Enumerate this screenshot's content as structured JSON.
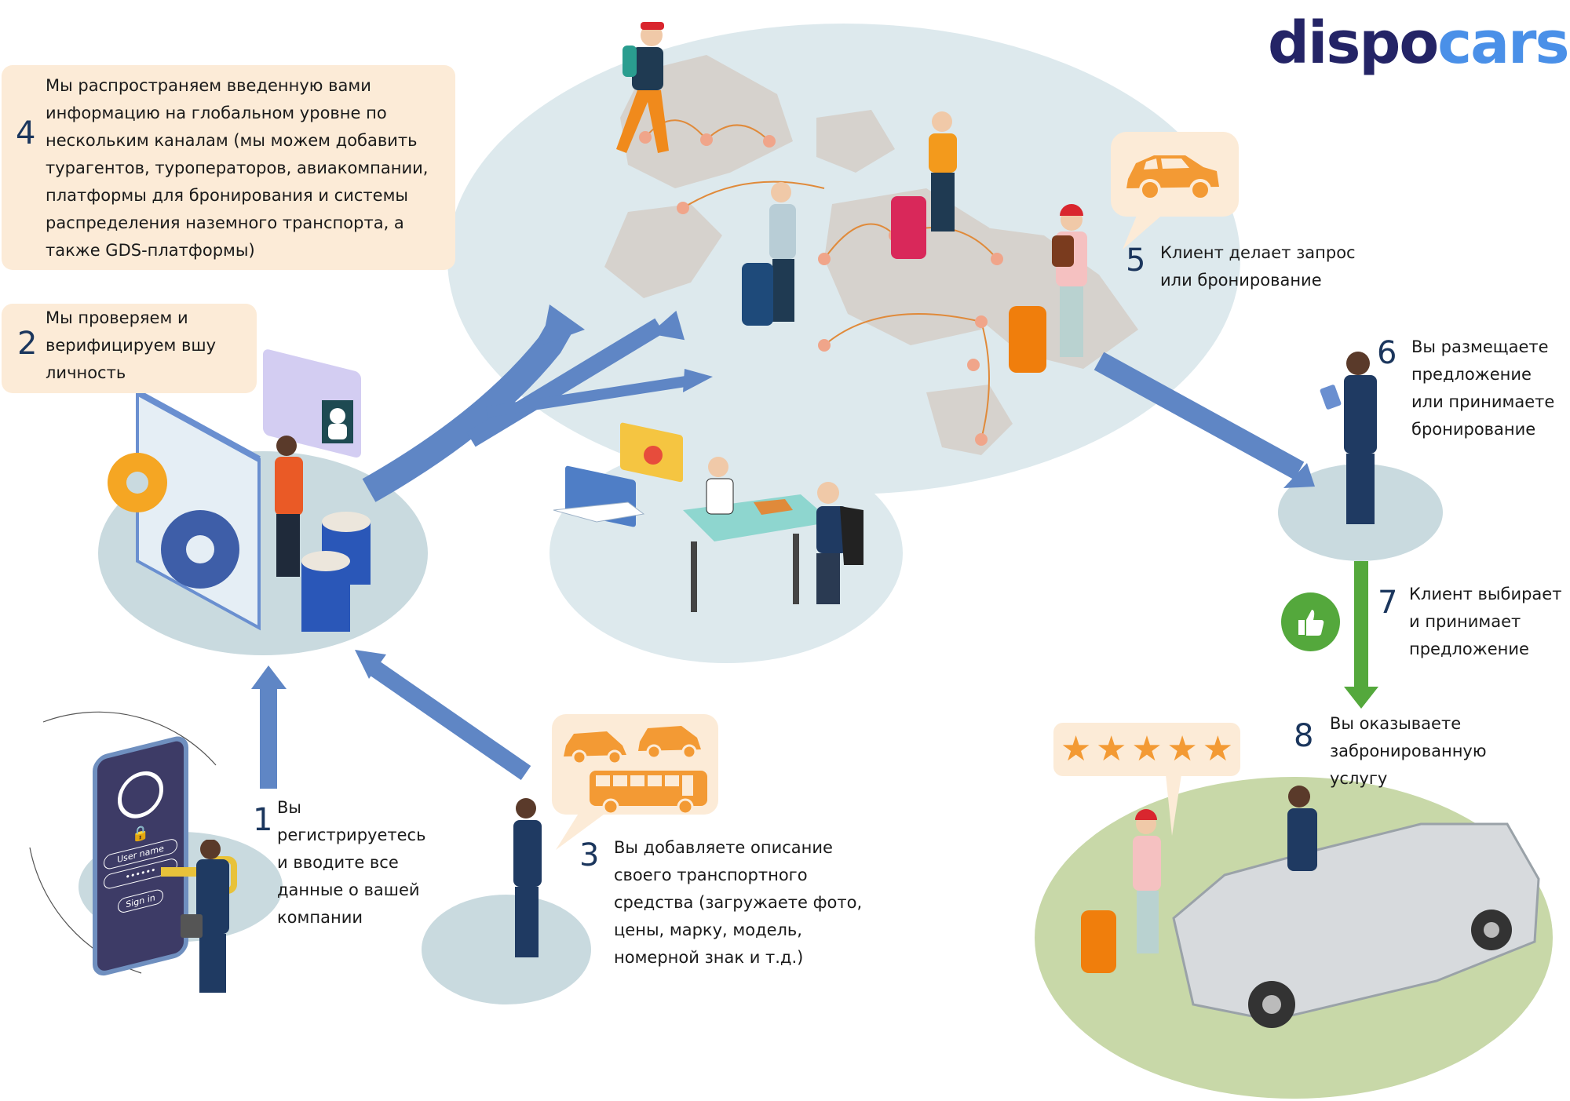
{
  "brand": {
    "logo_part1": "dispo",
    "logo_part2": "cars",
    "color_dark": "#242466",
    "color_light": "#4a90e8"
  },
  "colors": {
    "step_number": "#1b365d",
    "text_box_bg": "#fcebd7",
    "flow_arrow": "#5f86c5",
    "accept_arrow": "#54a83c",
    "platform": "#c9dadf",
    "map_bubble": "#dde9ed",
    "icon_orange": "#f39a34"
  },
  "steps": [
    {
      "num": "1",
      "text": "Вы\nрегистрируетесь\nи вводите все\nданные о вашей\nкомпании"
    },
    {
      "num": "2",
      "text": "Мы проверяем и\nверифицируем вшу\nличность"
    },
    {
      "num": "3",
      "text": "Вы добавляете описание\nсвоего транспортного\nсредства (загружаете фото,\nцены, марку, модель,\nномерной знак и т.д.)"
    },
    {
      "num": "4",
      "text": "Мы распространяем введенную вами\nинформацию на глобальном уровне по\nнескольким каналам (мы можем добавить\nтурагентов, туроператоров, авиакомпании,\nплатформы для бронирования и системы\nраспределения наземного транспорта, а\nтакже GDS-платформы)"
    },
    {
      "num": "5",
      "text": "Клиент делает запрос\nили бронирование"
    },
    {
      "num": "6",
      "text": "Вы размещаете\nпредложение\nили принимаете\nбронирование"
    },
    {
      "num": "7",
      "text": "Клиент выбирает\nи принимает\nпредложение"
    },
    {
      "num": "8",
      "text": "Вы оказываете\nзабронированную\nуслугу"
    }
  ],
  "illustrations": {
    "login_phone": {
      "username_label": "User name",
      "password_mask": "••••••",
      "signin_label": "Sign in"
    },
    "rating": {
      "stars": 5,
      "max_stars": 5
    }
  }
}
